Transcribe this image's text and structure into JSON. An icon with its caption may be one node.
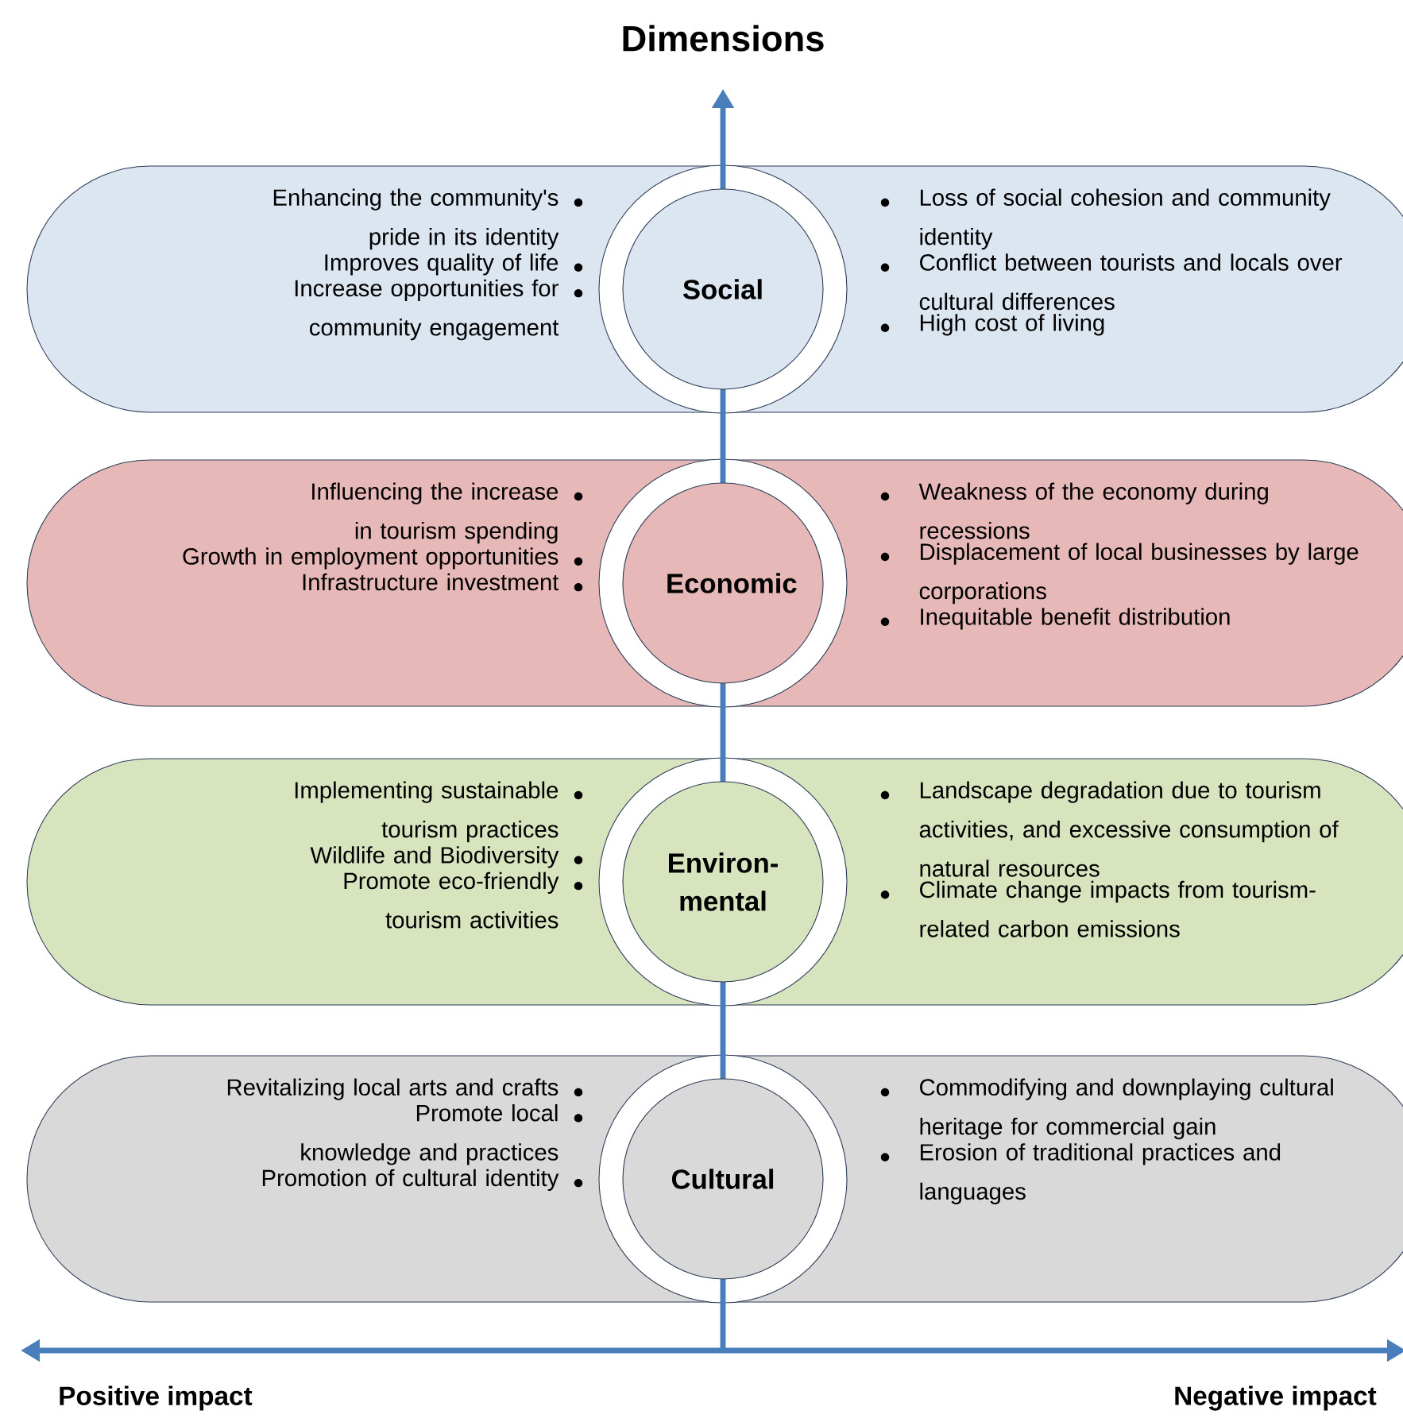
{
  "diagram": {
    "nodes": [
      {
        "text": [
          "Enhancing the community's pride in its identity",
          "Improves quality of life",
          "Increase opportunities for community engagement"
        ]
      },
      {
        "text": [
          "Social"
        ]
      },
      {
        "text": [
          "Loss of social cohesion and community identity",
          "Conflict between tourists and locals over cultural differences",
          "High cost of living"
        ]
      },
      {
        "text": [
          "Influencing the increase in tourism spending",
          "Growth in employment opportunities",
          "Infrastructure investment"
        ]
      },
      {
        "text": [
          "Economic"
        ]
      },
      {
        "text": [
          "Weakness of the economy during recessions",
          "Displacement of local businesses by large corporations",
          "Inequitable benefit distribution"
        ]
      },
      {
        "text": [
          "Implementing sustainable tourism practices",
          "Wildlife and Biodiversity",
          "Promote eco-friendly tourism activities"
        ]
      },
      {
        "text": [
          "Environ- mental"
        ]
      },
      {
        "text": [
          "Landscape degradation due to tourism activities, and excessive consumption of natural resources",
          "Climate change impacts from tourism-related carbon emissions"
        ]
      },
      {
        "text": [
          "Revitalizing local arts and crafts",
          "Promote local knowledge and practices",
          "Promotion of cultural identity"
        ]
      },
      {
        "text": [
          "Cultural"
        ]
      },
      {
        "text": [
          "Commodifying and downplaying cultural heritage for commercial gain",
          "Erosion of traditional practices and languages"
        ]
      }
    ],
    "labels": [
      "Dimensions",
      "Positive impact",
      "Negative impact"
    ]
  }
}
